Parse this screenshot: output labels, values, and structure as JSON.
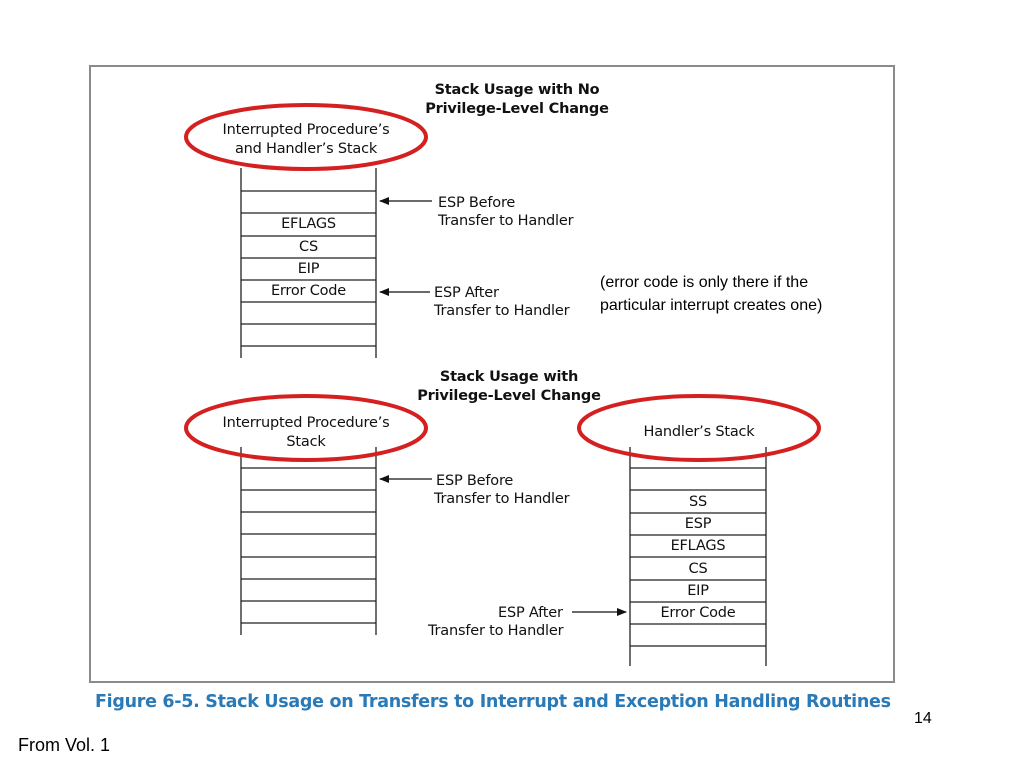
{
  "diagram": {
    "top": {
      "title_line1": "Stack Usage with No",
      "title_line2": "Privilege-Level Change",
      "stack_label_line1": "Interrupted Procedure’s",
      "stack_label_line2": "and Handler’s Stack",
      "entries": [
        "EFLAGS",
        "CS",
        "EIP",
        "Error Code"
      ],
      "esp_before_line1": "ESP Before",
      "esp_before_line2": "Transfer to Handler",
      "esp_after_line1": "ESP After",
      "esp_after_line2": "Transfer to Handler"
    },
    "bottom": {
      "title_line1": "Stack Usage with",
      "title_line2": "Privilege-Level Change",
      "left_stack_label_line1": "Interrupted Procedure’s",
      "left_stack_label_line2": "Stack",
      "right_stack_label": "Handler’s Stack",
      "entries": [
        "SS",
        "ESP",
        "EFLAGS",
        "CS",
        "EIP",
        "Error Code"
      ],
      "esp_before_line1": "ESP Before",
      "esp_before_line2": "Transfer to Handler",
      "esp_after_line1": "ESP After",
      "esp_after_line2": "Transfer to Handler"
    },
    "note_line1": "(error code is only there if the",
    "note_line2": "particular interrupt creates one)",
    "caption": "Figure 6-5.  Stack Usage on Transfers to Interrupt and Exception Handling Routines"
  },
  "slide": {
    "page_number": "14",
    "footer": "From Vol. 1"
  },
  "colors": {
    "highlight_ellipse": "#d42020",
    "caption": "#2a7ab8",
    "frame_border": "#8a8a8a"
  }
}
